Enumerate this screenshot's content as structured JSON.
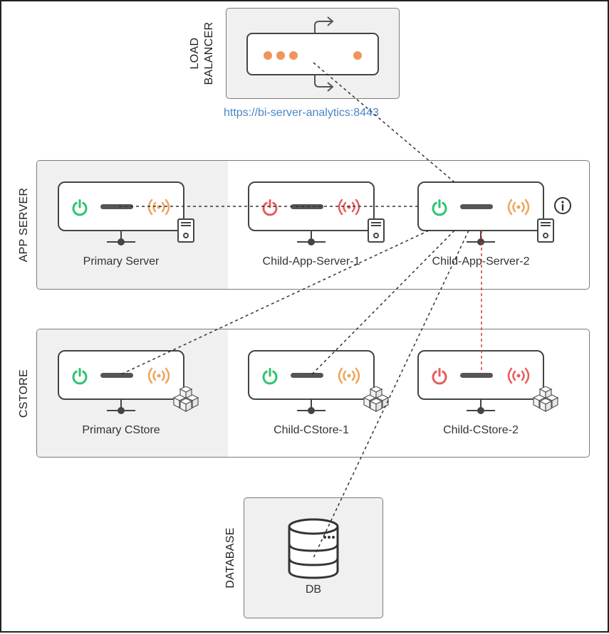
{
  "colors": {
    "green": "#2ec46f",
    "red": "#e85c5c",
    "orange": "#eda55a",
    "orange_dot": "#f0955a",
    "link": "#4a86c5",
    "line": "#333333",
    "red_line": "#d93636"
  },
  "load_balancer": {
    "label_line1": "LOAD",
    "label_line2": "BALANCER",
    "url": "https://bi-server-analytics:8443",
    "icons": [
      "arrow-up-right-icon",
      "arrow-down-right-icon"
    ]
  },
  "app_server": {
    "label": "APP SERVER",
    "nodes": [
      {
        "name": "Primary Server",
        "power": "on",
        "signal": "orange",
        "icon": "server-tower-icon"
      },
      {
        "name": "Child-App-Server-1",
        "power": "off",
        "signal": "red",
        "icon": "server-tower-icon"
      },
      {
        "name": "Child-App-Server-2",
        "power": "on",
        "signal": "orange",
        "icon": "server-tower-icon",
        "info": "i"
      }
    ]
  },
  "cstore": {
    "label": "CSTORE",
    "nodes": [
      {
        "name": "Primary CStore",
        "power": "on",
        "signal": "orange",
        "icon": "cubes-icon"
      },
      {
        "name": "Child-CStore-1",
        "power": "on",
        "signal": "orange",
        "icon": "cubes-icon"
      },
      {
        "name": "Child-CStore-2",
        "power": "off",
        "signal": "red",
        "icon": "cubes-icon"
      }
    ]
  },
  "database": {
    "label": "DATABASE",
    "node": {
      "name": "DB",
      "icon": "database-icon"
    }
  }
}
